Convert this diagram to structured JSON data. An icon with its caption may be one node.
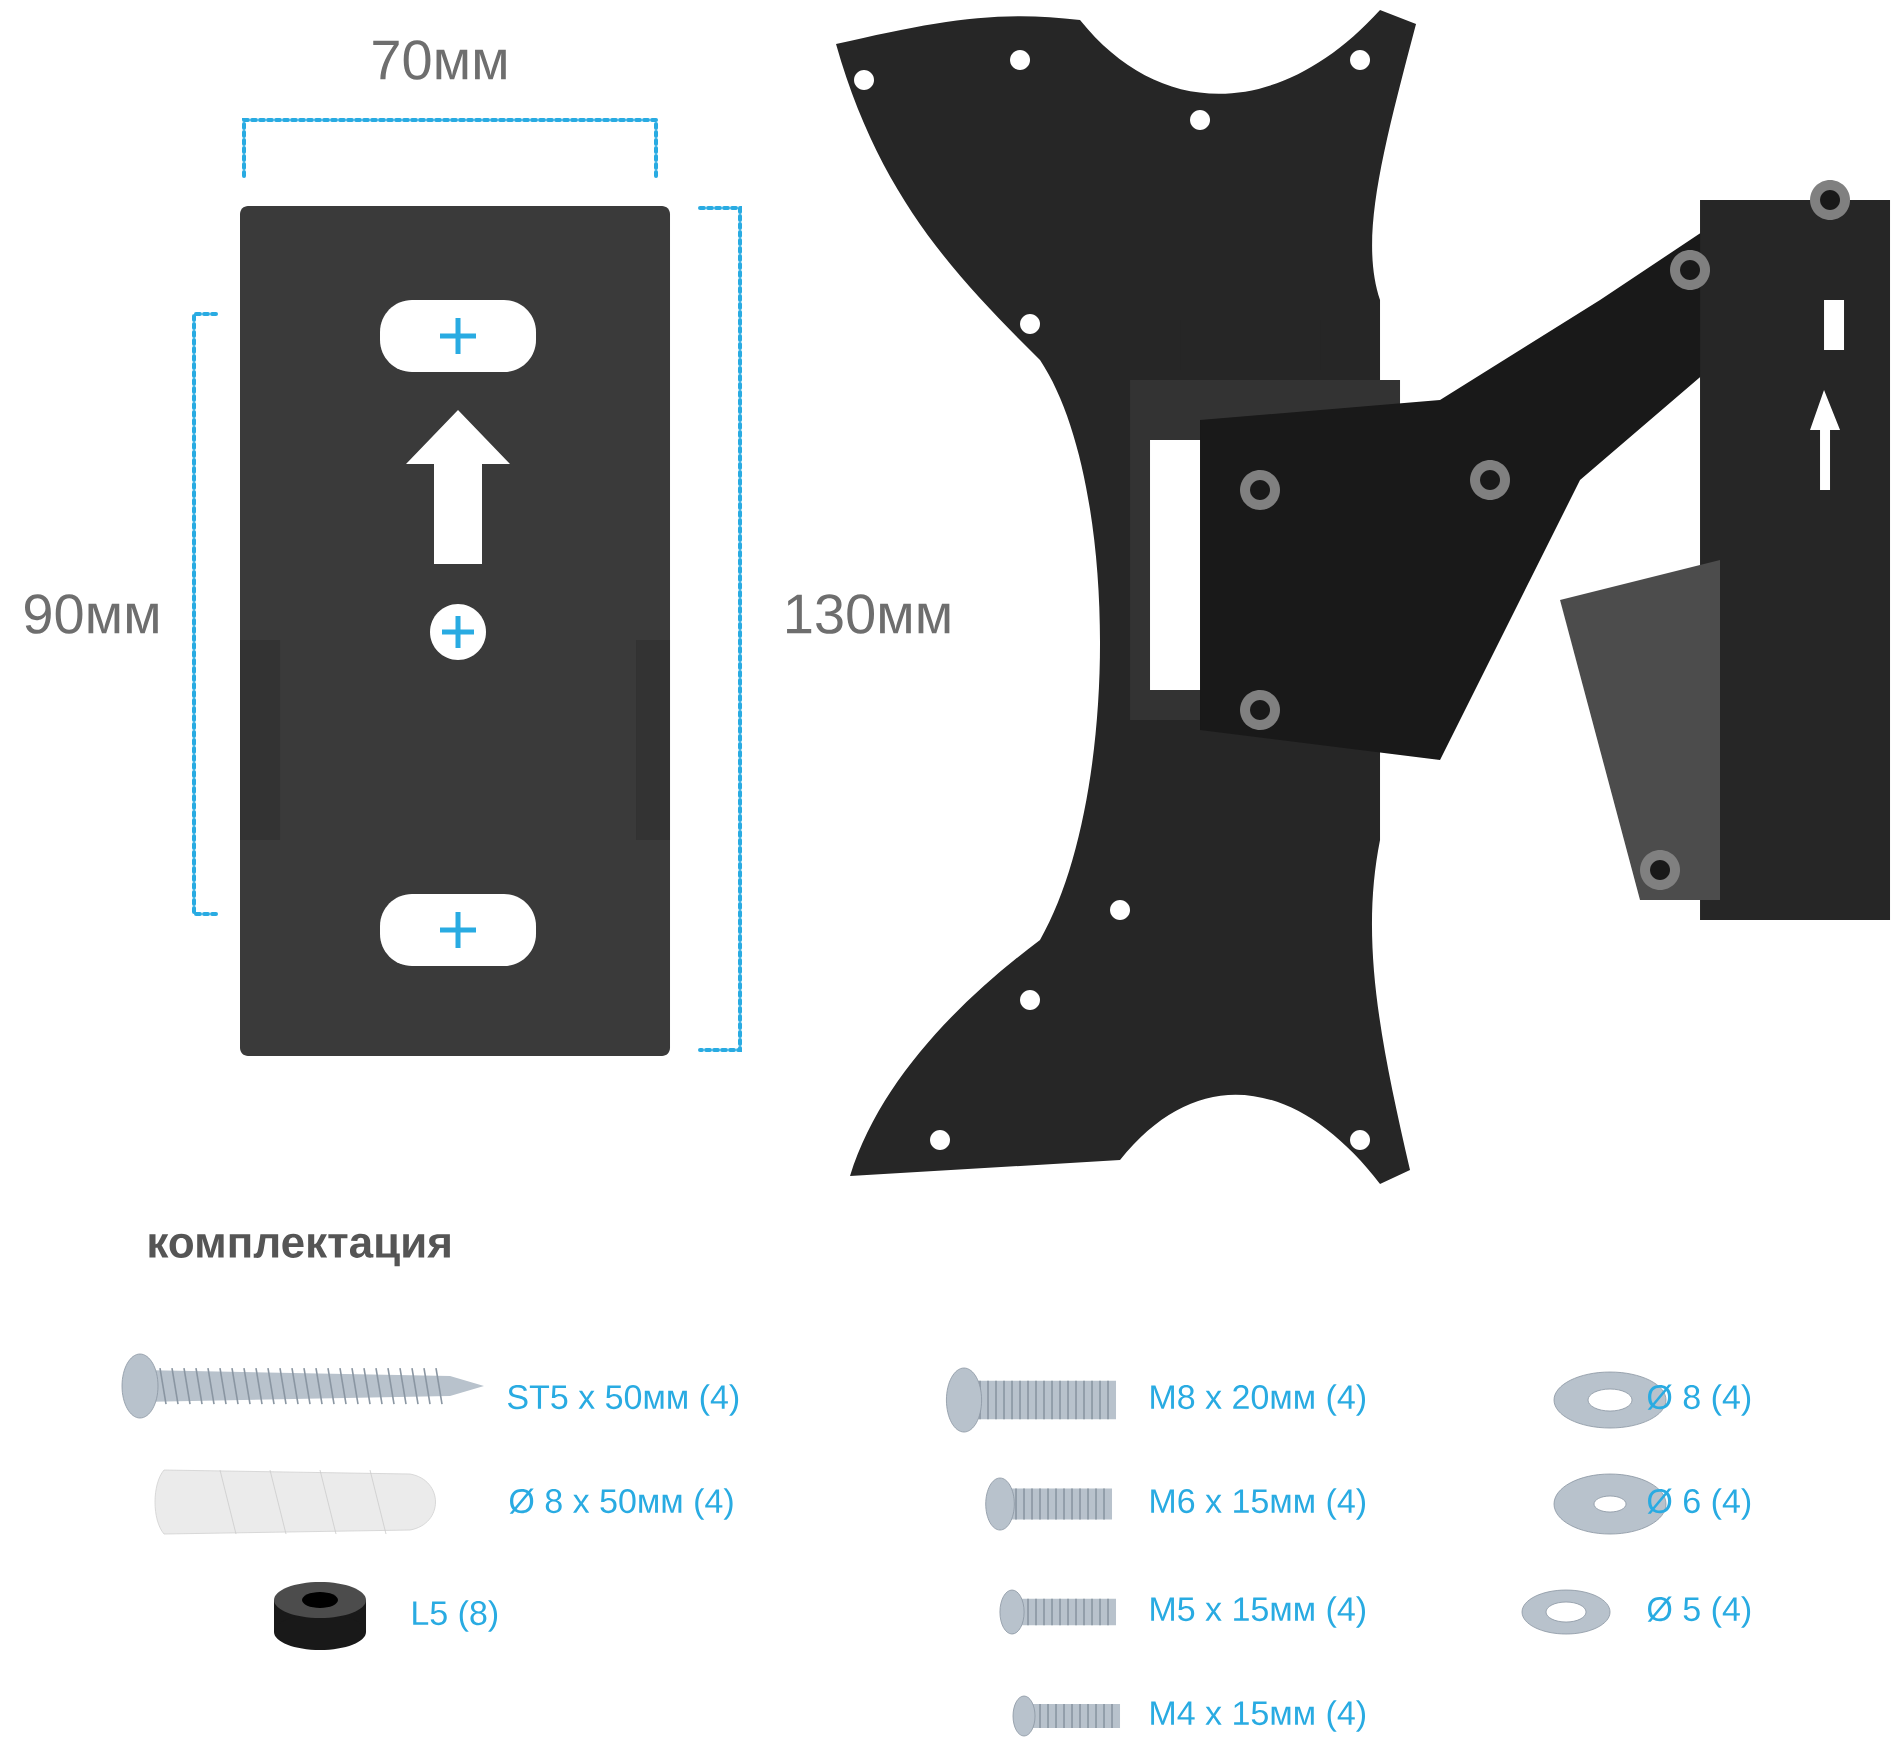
{
  "diagram": {
    "labels": [
      "70мм",
      "90мм",
      "130мм",
      "комплектация",
      "ST5 x 50мм (4)",
      "M8 x 20мм (4)",
      "Ø 8 (4)",
      "Ø 8 x 50мм (4)",
      "M6 x 15мм (4)",
      "Ø 6 (4)",
      "L5 (8)",
      "M5 x 15мм (4)",
      "Ø 5 (4)",
      "M4 x 15мм (4)"
    ]
  }
}
